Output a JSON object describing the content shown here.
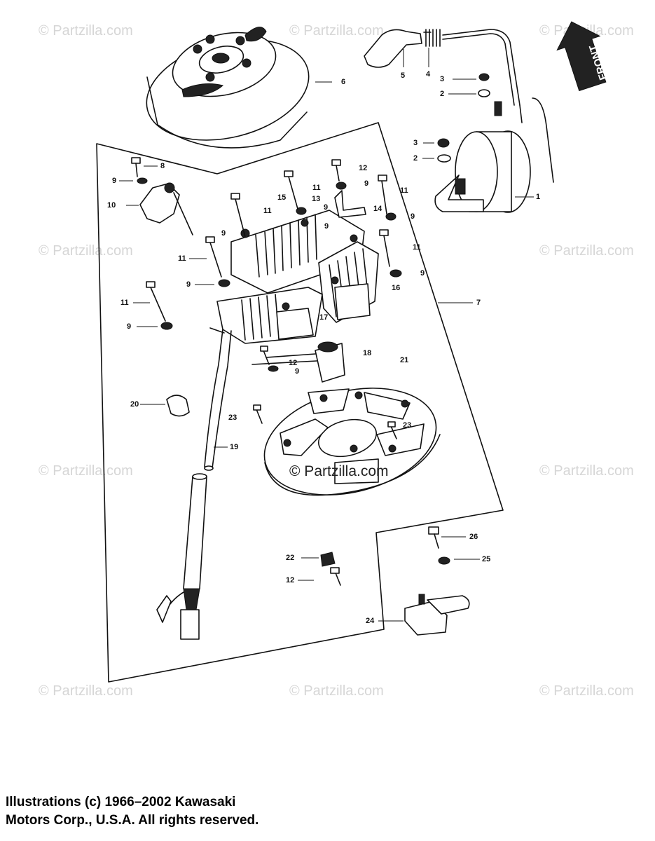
{
  "diagram": {
    "callouts": [
      "1",
      "2",
      "3",
      "4",
      "5",
      "6",
      "7",
      "8",
      "9",
      "10",
      "11",
      "12",
      "13",
      "14",
      "15",
      "16",
      "17",
      "18",
      "19",
      "20",
      "21",
      "22",
      "23",
      "24",
      "25",
      "26"
    ],
    "front_marker": "FRONT"
  },
  "watermarks": {
    "text": "© Partzilla.com",
    "center": "© Partzilla.com"
  },
  "copyright": {
    "line1": "Illustrations (c) 1966–2002 Kawasaki",
    "line2": "Motors Corp., U.S.A.  All rights reserved."
  }
}
